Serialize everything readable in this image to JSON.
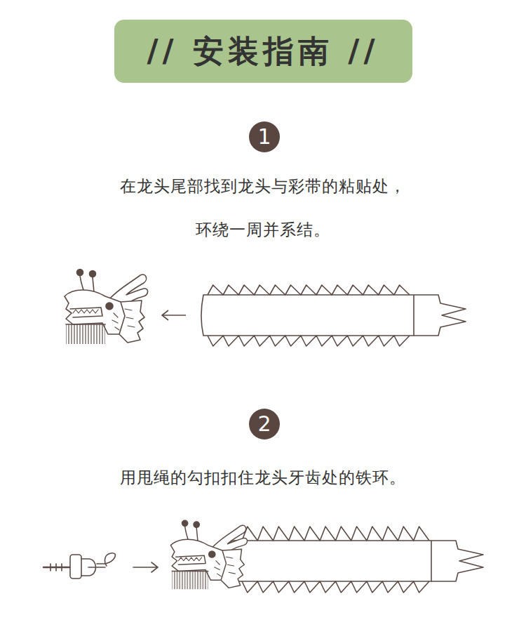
{
  "diagram": {
    "title": "// 安装指南 //",
    "nodes": [
      {
        "text": [
          "1"
        ]
      },
      {
        "text": [
          "2"
        ]
      }
    ],
    "labels": [
      "在龙头尾部找到龙头与彩带的粘贴处，",
      "环绕一周并系结。",
      "用甩绳的勾扣扣住龙头牙齿处的铁环。"
    ]
  }
}
